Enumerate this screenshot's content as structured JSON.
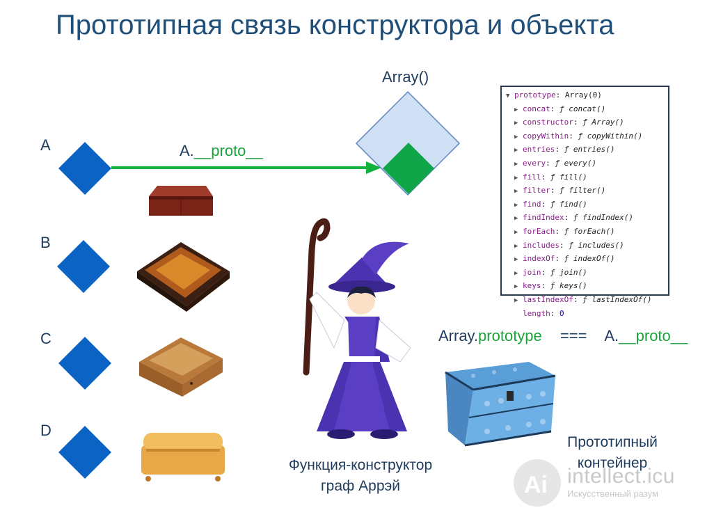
{
  "title": "Прототипная связь конструктора и объекта",
  "objects": [
    {
      "letter": "A"
    },
    {
      "letter": "B"
    },
    {
      "letter": "C"
    },
    {
      "letter": "D"
    }
  ],
  "arrow": {
    "prefix": "A.",
    "suffix": "__proto__"
  },
  "constructor_label": "Array()",
  "console": {
    "header_key": "prototype",
    "header_value": "Array(0)",
    "rows": [
      {
        "key": "concat",
        "fn": "concat()"
      },
      {
        "key": "constructor",
        "fn": "Array()"
      },
      {
        "key": "copyWithin",
        "fn": "copyWithin()"
      },
      {
        "key": "entries",
        "fn": "entries()"
      },
      {
        "key": "every",
        "fn": "every()"
      },
      {
        "key": "fill",
        "fn": "fill()"
      },
      {
        "key": "filter",
        "fn": "filter()"
      },
      {
        "key": "find",
        "fn": "find()"
      },
      {
        "key": "findIndex",
        "fn": "findIndex()"
      },
      {
        "key": "forEach",
        "fn": "forEach()"
      },
      {
        "key": "includes",
        "fn": "includes()"
      },
      {
        "key": "indexOf",
        "fn": "indexOf()"
      },
      {
        "key": "join",
        "fn": "join()"
      },
      {
        "key": "keys",
        "fn": "keys()"
      },
      {
        "key": "lastIndexOf",
        "fn": "lastIndexOf()"
      }
    ],
    "length_key": "length",
    "length_value": "0"
  },
  "equation": {
    "left_prefix": "Array.",
    "left_suffix": "prototype",
    "operator": "===",
    "right_prefix": "A.",
    "right_suffix": "__proto__"
  },
  "wizard_caption": {
    "line1": "Функция-конструктор",
    "line2": "граф Аррэй"
  },
  "container_caption": {
    "line1": "Прототипный",
    "line2": "контейнер"
  },
  "watermark": {
    "name": "intellect.icu",
    "sub": "Искусственный разум"
  },
  "colors": {
    "diamond_blue": "#0b63c4",
    "diamond_green": "#10a548",
    "arrow_green": "#12b23e",
    "constructor_fill": "#cfe0f5",
    "title": "#1f4e79"
  }
}
